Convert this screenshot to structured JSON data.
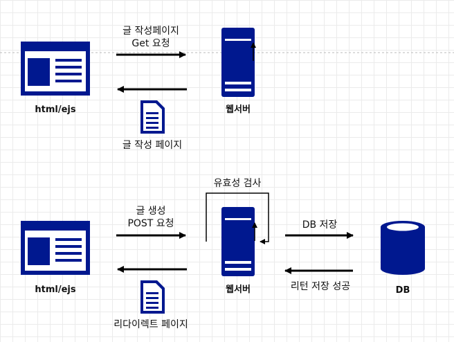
{
  "top": {
    "request_label_line1": "글 작성페이지",
    "request_label_line2": "Get 요청",
    "client_label": "html/ejs",
    "server_label": "웹서버",
    "response_label": "글 작성 페이지"
  },
  "bottom": {
    "request_label_line1": "글 생성",
    "request_label_line2": "POST 요청",
    "client_label": "html/ejs",
    "server_label": "웹서버",
    "validation_label": "유효성 검사",
    "db_request_label": "DB 저장",
    "db_response_label": "리턴 저장 성공",
    "db_label": "DB",
    "response_label": "리다이렉트 페이지"
  },
  "colors": {
    "icon_blue": "#00188f",
    "line": "#000000"
  }
}
